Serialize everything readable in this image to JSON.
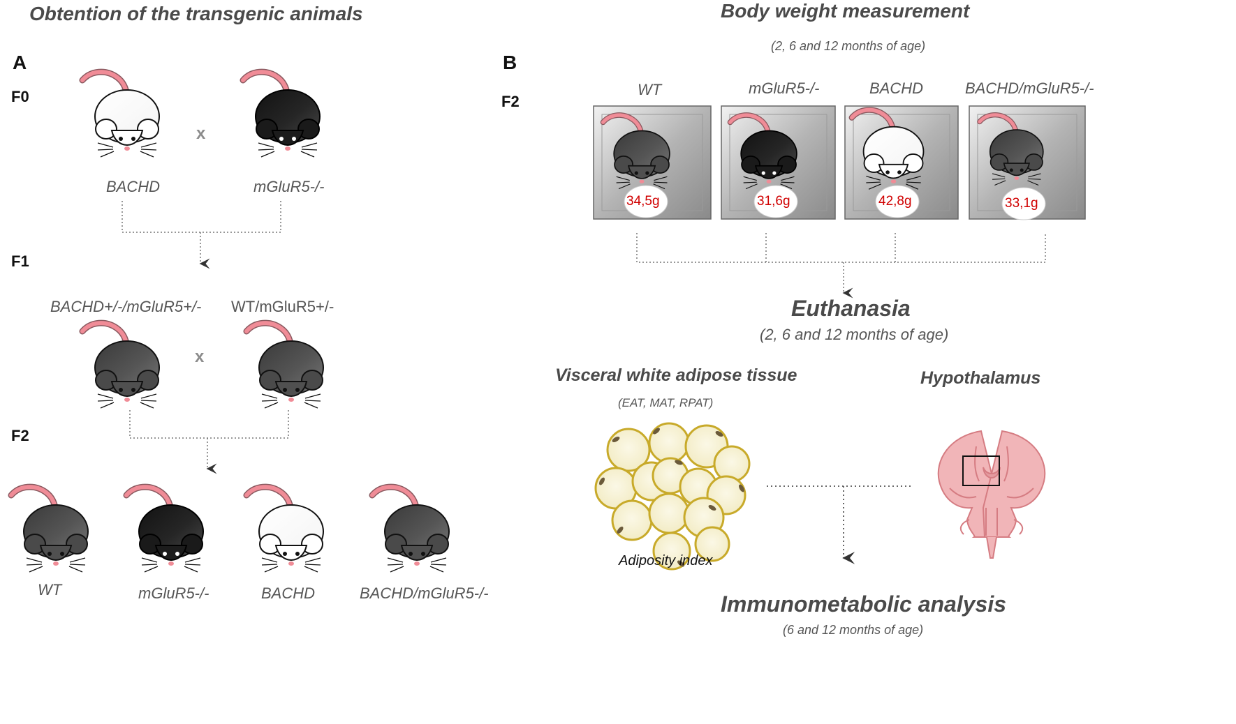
{
  "panel_a": {
    "title": "Obtention of the transgenic animals",
    "letter": "A",
    "generations": {
      "f0": "F0",
      "f1": "F1",
      "f2": "F2"
    },
    "cross_symbol": "x",
    "f0_parents": [
      "BACHD",
      "mGluR5-/-"
    ],
    "f1_parents": [
      "BACHD+/-/mGluR5+/-",
      "WT/mGluR5+/-"
    ],
    "f2_offspring": [
      "WT",
      "mGluR5-/-",
      "BACHD",
      "BACHD/mGluR5-/-"
    ]
  },
  "panel_b": {
    "letter": "B",
    "title": "Body weight measurement",
    "subtitle": "(2, 6 and 12 months of age)",
    "generation": "F2",
    "groups": [
      {
        "label": "WT",
        "weight": "34,5g"
      },
      {
        "label": "mGluR5-/-",
        "weight": "31,6g"
      },
      {
        "label": "BACHD",
        "weight": "42,8g"
      },
      {
        "label": "BACHD/mGluR5-/-",
        "weight": "33,1g"
      }
    ],
    "euthanasia": {
      "title": "Euthanasia",
      "subtitle": "(2, 6 and 12 months of age)"
    },
    "adipose": {
      "title": "Visceral white adipose tissue",
      "subtitle": "(EAT, MAT, RPAT)",
      "caption": "Adiposity index"
    },
    "hypothalamus": {
      "title": "Hypothalamus"
    },
    "analysis": {
      "title": "Immunometabolic analysis",
      "subtitle": "(6 and 12 months of age)"
    }
  },
  "colors": {
    "mouse_white": "#ffffff",
    "mouse_black": "#1c1c1c",
    "mouse_gray": "#4e4e4e",
    "tail_pink": "#f08c97",
    "weight_red": "#d00000",
    "adipocyte_border": "#c8aa2a",
    "brain_pink": "#eba1a5"
  }
}
